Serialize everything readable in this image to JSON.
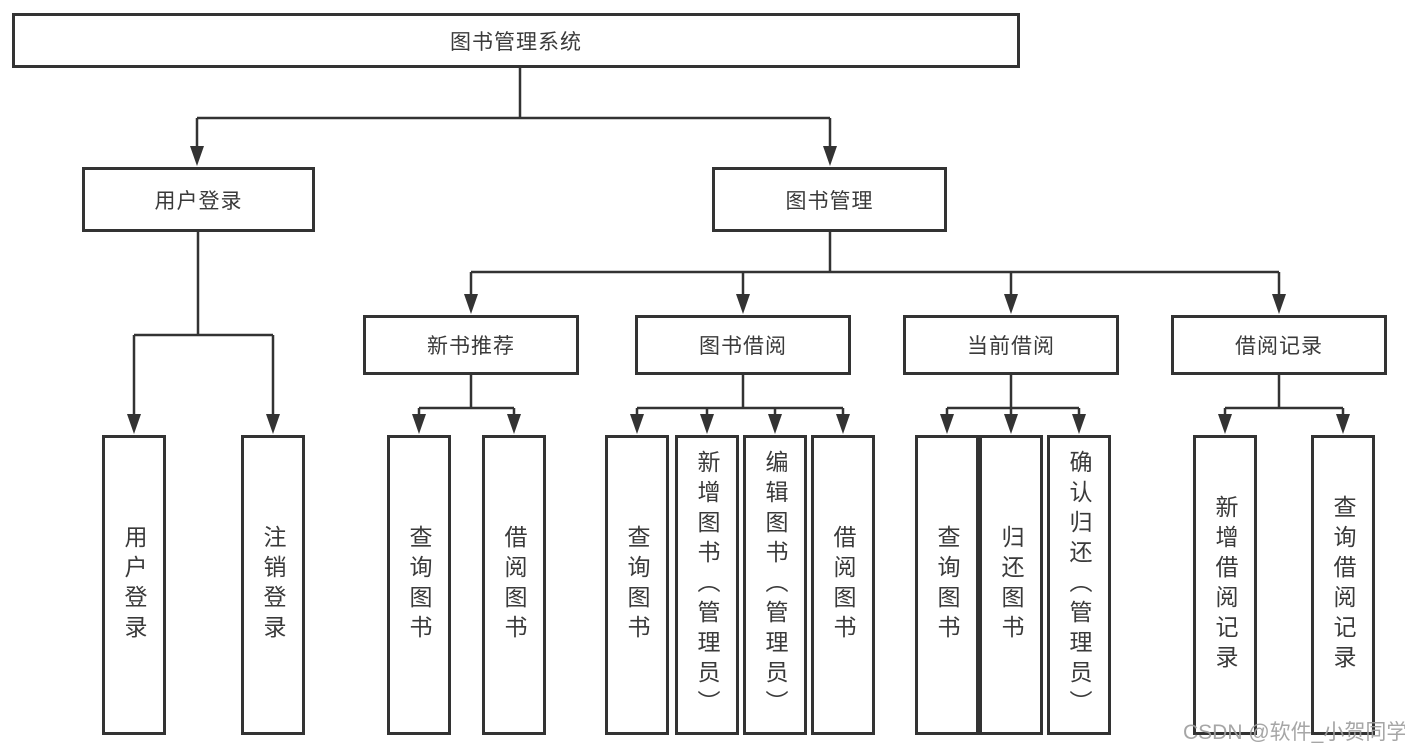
{
  "diagram": {
    "root": {
      "label": "图书管理系统",
      "children": [
        {
          "label": "用户登录",
          "children": [
            {
              "label": "用户登录"
            },
            {
              "label": "注销登录"
            }
          ]
        },
        {
          "label": "图书管理",
          "children": [
            {
              "label": "新书推荐",
              "children": [
                {
                  "label": "查询图书"
                },
                {
                  "label": "借阅图书"
                }
              ]
            },
            {
              "label": "图书借阅",
              "children": [
                {
                  "label": "查询图书"
                },
                {
                  "label": "新增图书（管理员）"
                },
                {
                  "label": "编辑图书（管理员）"
                },
                {
                  "label": "借阅图书"
                }
              ]
            },
            {
              "label": "当前借阅",
              "children": [
                {
                  "label": "查询图书"
                },
                {
                  "label": "归还图书"
                },
                {
                  "label": "确认归还（管理员）"
                }
              ]
            },
            {
              "label": "借阅记录",
              "children": [
                {
                  "label": "新增借阅记录"
                },
                {
                  "label": "查询借阅记录"
                }
              ]
            }
          ]
        }
      ]
    }
  },
  "watermark": {
    "text": "CSDN @软件_小贺同学"
  },
  "colors": {
    "box_border": "#333333",
    "connector": "#333333",
    "text": "#3a3a3a",
    "watermark": "#9e9e9e",
    "background": "#ffffff"
  }
}
